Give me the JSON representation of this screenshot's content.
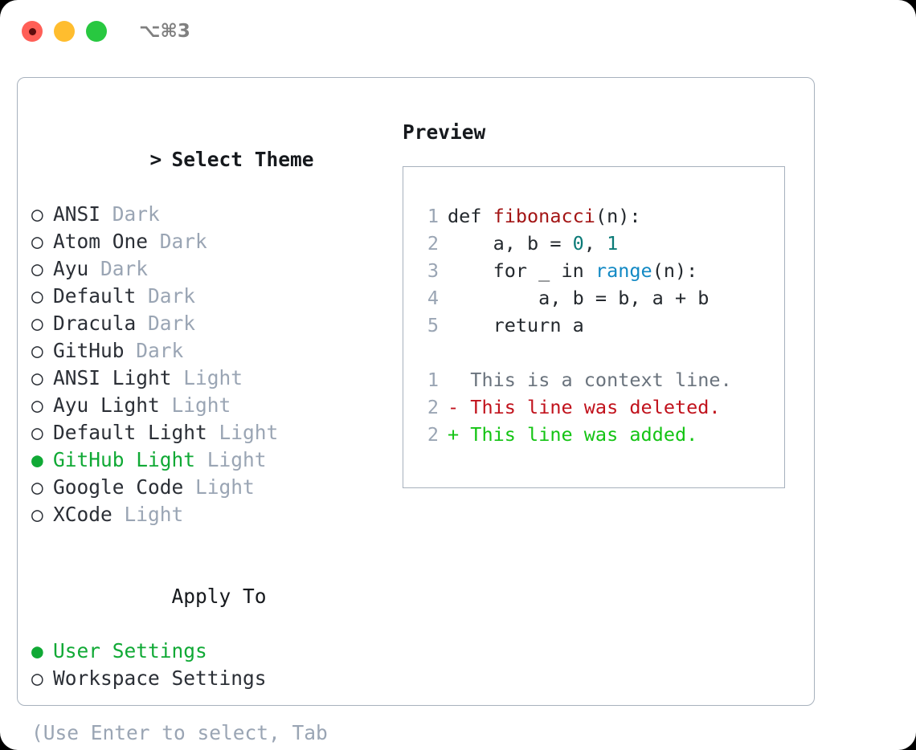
{
  "titlebar": {
    "buttons": [
      {
        "name": "close",
        "color": "#ff5f57"
      },
      {
        "name": "minimize",
        "color": "#ffbd2e"
      },
      {
        "name": "zoom",
        "color": "#28c840"
      }
    ],
    "shortcut": "⌥⌘3"
  },
  "theme_picker": {
    "header": "Select Theme",
    "caret": ">",
    "marker_unselected": "○",
    "marker_selected": "●",
    "items": [
      {
        "name": "ANSI",
        "tag": "Dark",
        "selected": false
      },
      {
        "name": "Atom One",
        "tag": "Dark",
        "selected": false
      },
      {
        "name": "Ayu",
        "tag": "Dark",
        "selected": false
      },
      {
        "name": "Default",
        "tag": "Dark",
        "selected": false
      },
      {
        "name": "Dracula",
        "tag": "Dark",
        "selected": false
      },
      {
        "name": "GitHub",
        "tag": "Dark",
        "selected": false
      },
      {
        "name": "ANSI Light",
        "tag": "Light",
        "selected": false
      },
      {
        "name": "Ayu Light",
        "tag": "Light",
        "selected": false
      },
      {
        "name": "Default Light",
        "tag": "Light",
        "selected": false
      },
      {
        "name": "GitHub Light",
        "tag": "Light",
        "selected": true
      },
      {
        "name": "Google Code",
        "tag": "Light",
        "selected": false
      },
      {
        "name": "XCode",
        "tag": "Light",
        "selected": false
      }
    ]
  },
  "apply_to": {
    "header": "Apply To",
    "items": [
      {
        "name": "User Settings",
        "selected": true
      },
      {
        "name": "Workspace Settings",
        "selected": false
      }
    ]
  },
  "hint": "(Use Enter to select, Tab to change focus)",
  "preview": {
    "label": "Preview",
    "code_lines": [
      {
        "num": "1",
        "segments": [
          {
            "text": "def ",
            "kind": "plain"
          },
          {
            "text": "fibonacci",
            "kind": "fn"
          },
          {
            "text": "(n):",
            "kind": "plain"
          }
        ]
      },
      {
        "num": "2",
        "segments": [
          {
            "text": "    a, b = ",
            "kind": "plain"
          },
          {
            "text": "0",
            "kind": "num"
          },
          {
            "text": ", ",
            "kind": "plain"
          },
          {
            "text": "1",
            "kind": "num"
          }
        ]
      },
      {
        "num": "3",
        "segments": [
          {
            "text": "    for _ in ",
            "kind": "plain"
          },
          {
            "text": "range",
            "kind": "call"
          },
          {
            "text": "(n):",
            "kind": "plain"
          }
        ]
      },
      {
        "num": "4",
        "segments": [
          {
            "text": "        a, b = b, a + b",
            "kind": "plain"
          }
        ]
      },
      {
        "num": "5",
        "segments": [
          {
            "text": "    return a",
            "kind": "plain"
          }
        ]
      }
    ],
    "diff_lines": [
      {
        "num": "1",
        "sign": " ",
        "text": "This is a context line.",
        "kind": "context"
      },
      {
        "num": "2",
        "sign": "-",
        "text": "This line was deleted.",
        "kind": "deleted"
      },
      {
        "num": "2",
        "sign": "+",
        "text": "This line was added.",
        "kind": "added"
      }
    ]
  },
  "colors": {
    "accent_green": "#10a935",
    "tag_gray": "#9aa5b4",
    "border": "#a7b1bd",
    "diff_added": "#14c414",
    "diff_deleted": "#c1121c",
    "diff_context": "#6a737d",
    "syntax_function": "#a31515",
    "syntax_number": "#0b7a77",
    "syntax_call": "#1289c4"
  }
}
